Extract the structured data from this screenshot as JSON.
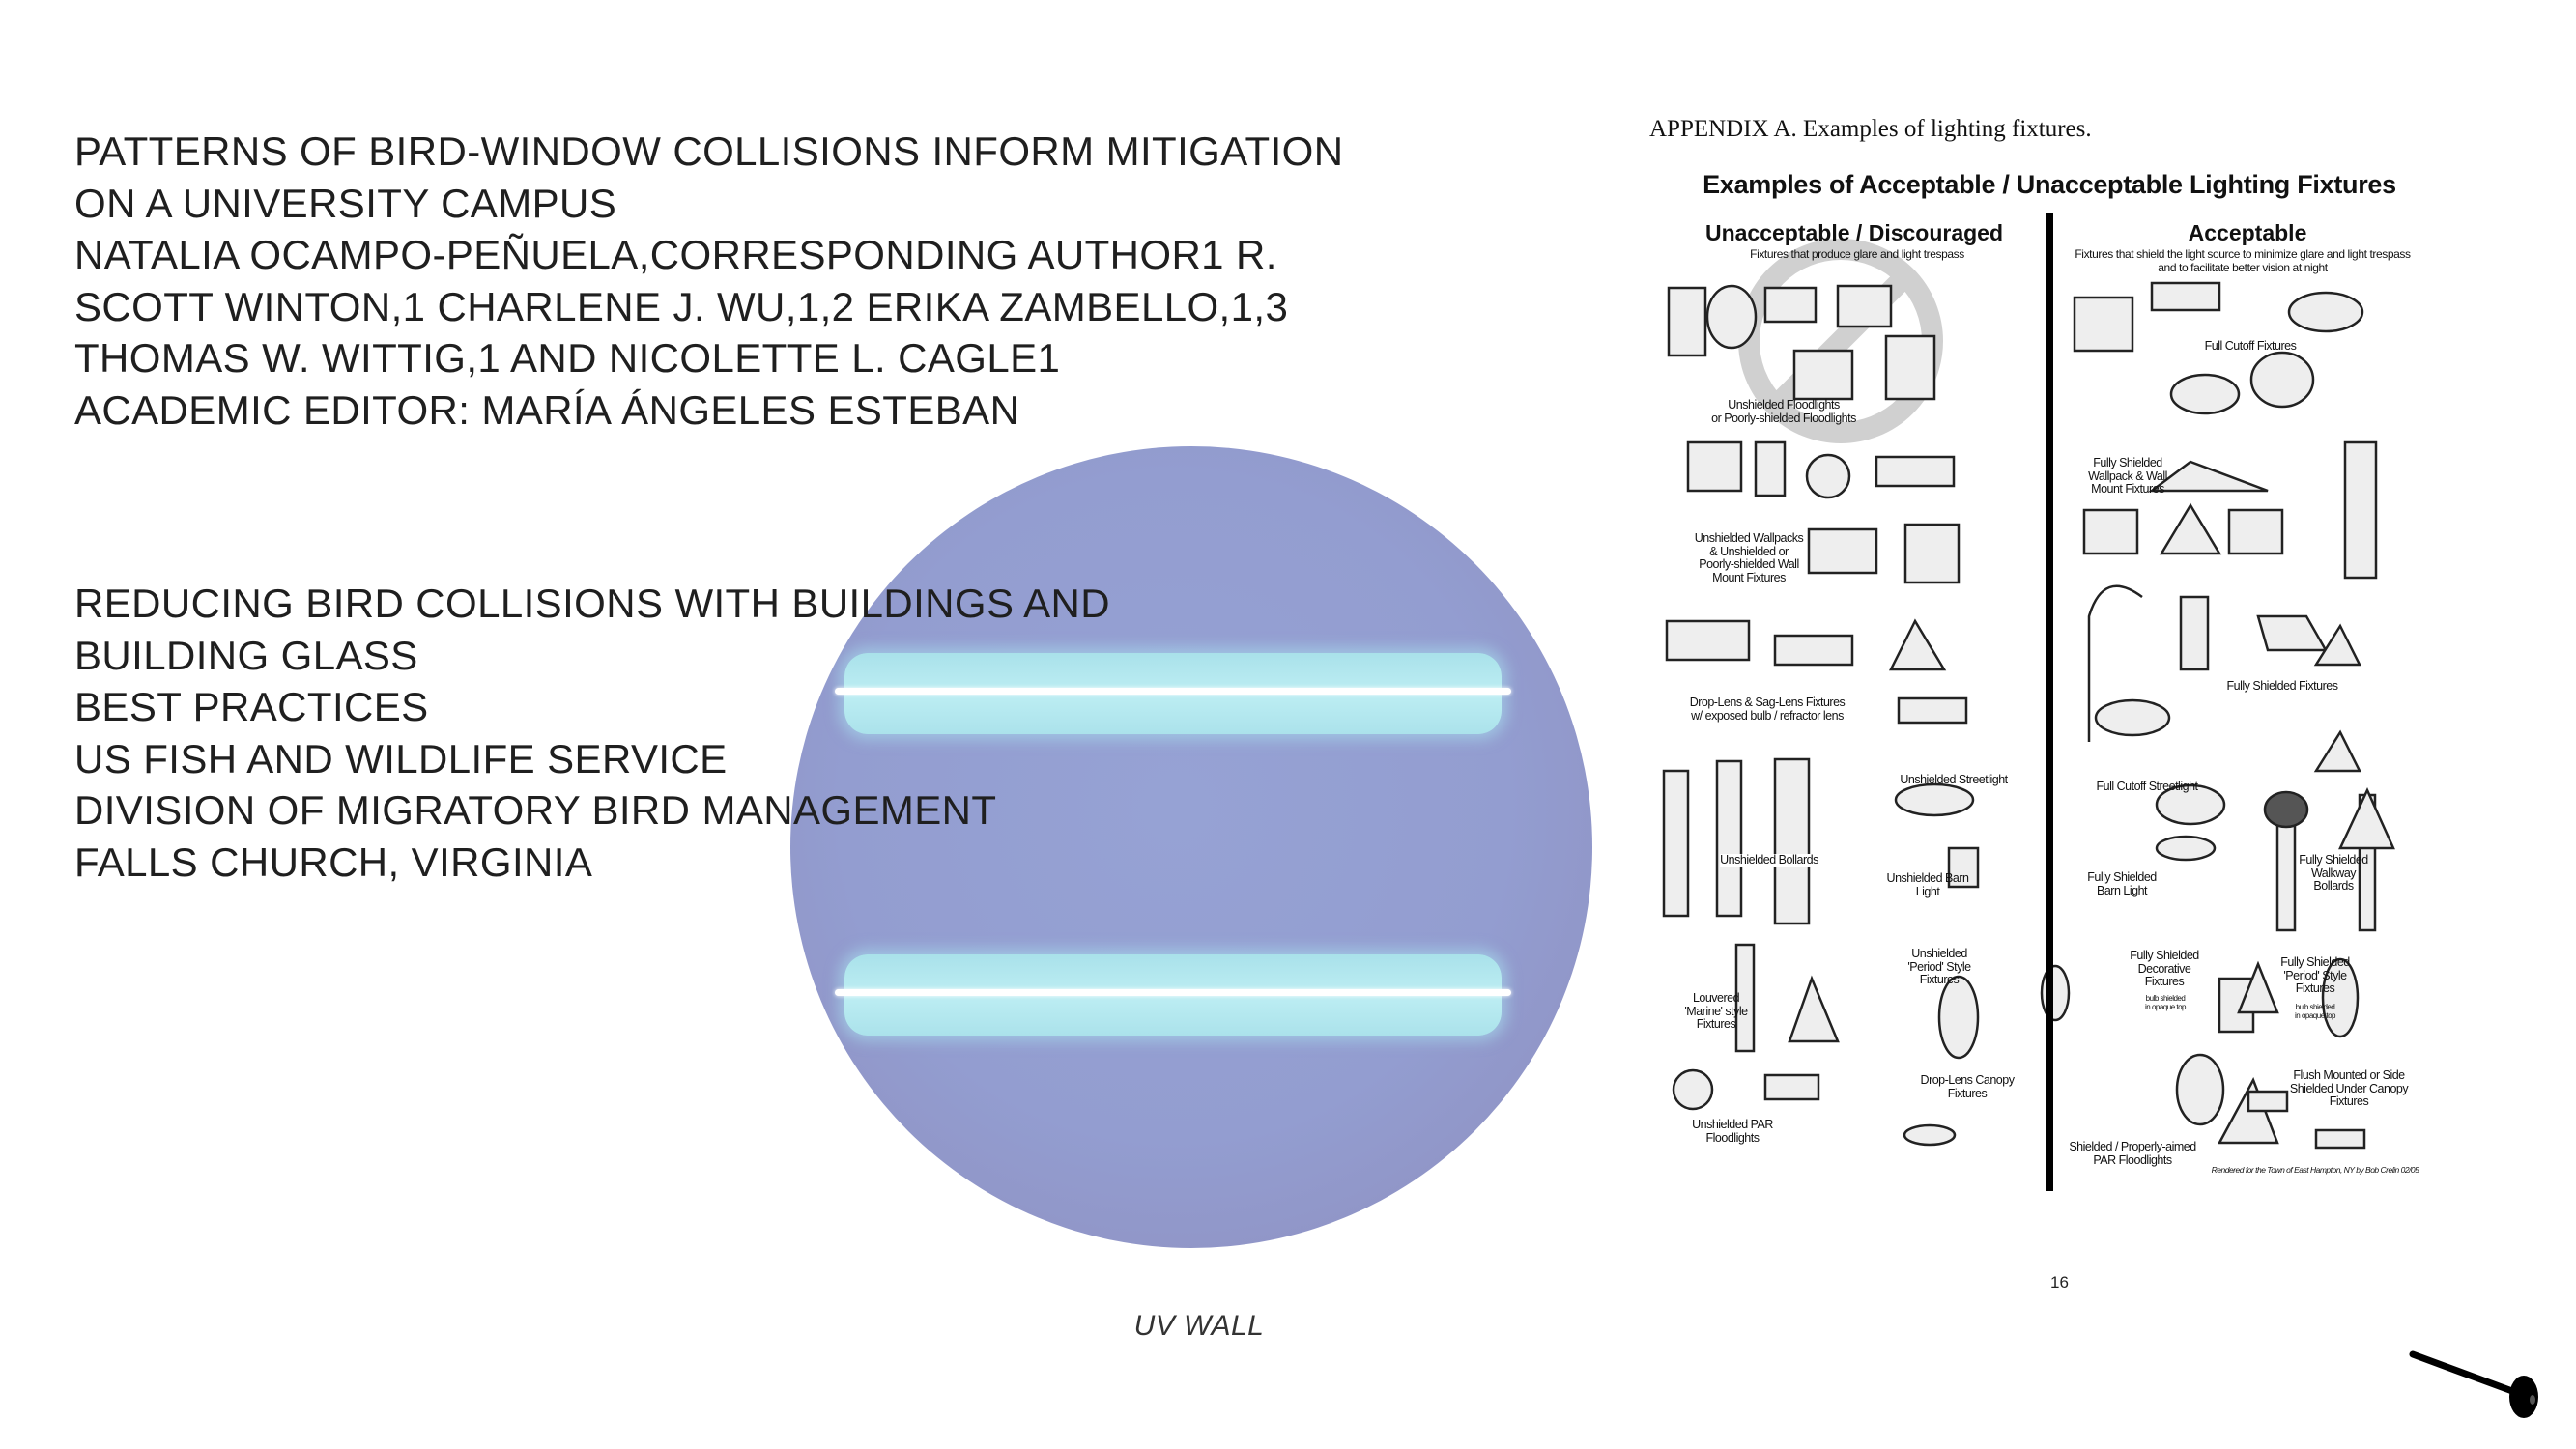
{
  "left_text": {
    "block1": [
      "PATTERNS OF BIRD-WINDOW COLLISIONS INFORM MITIGATION",
      "ON A UNIVERSITY CAMPUS",
      "NATALIA OCAMPO-PEÑUELA,CORRESPONDING AUTHOR1 R.",
      "SCOTT WINTON,1 CHARLENE J. WU,1,2 ERIKA ZAMBELLO,1,3",
      "THOMAS W. WITTIG,1 AND NICOLETTE L. CAGLE1",
      "ACADEMIC EDITOR: MARÍA ÁNGELES ESTEBAN"
    ],
    "block2": [
      "REDUCING BIRD COLLISIONS WITH BUILDINGS AND",
      "BUILDING GLASS",
      "BEST PRACTICES",
      "US FISH AND WILDLIFE SERVICE",
      "DIVISION OF MIGRATORY BIRD MANAGEMENT",
      "FALLS CHURCH, VIRGINIA"
    ]
  },
  "uv_image": {
    "caption": "UV WALL"
  },
  "appendix": {
    "caption": "APPENDIX A.  Examples of lighting fixtures.",
    "title": "Examples of Acceptable / Unacceptable Lighting Fixtures",
    "unacceptable": {
      "heading": "Unacceptable / Discouraged",
      "sub": "Fixtures that produce glare and light trespass"
    },
    "acceptable": {
      "heading": "Acceptable",
      "sub1": "Fixtures that shield the light source to minimize glare and light trespass",
      "sub2": "and to facilitate better vision at night"
    },
    "labels": {
      "unshielded_floodlights": [
        "Unshielded Floodlights",
        "or Poorly-shielded Floodlights"
      ],
      "full_cutoff_fixtures": "Full Cutoff Fixtures",
      "fully_shielded_wallpack": [
        "Fully Shielded",
        "Wallpack & Wall",
        "Mount Fixtures"
      ],
      "unshielded_wallpacks": [
        "Unshielded Wallpacks",
        "& Unshielded or",
        "Poorly-shielded Wall",
        "Mount Fixtures"
      ],
      "drop_lens": [
        "Drop-Lens & Sag-Lens Fixtures",
        "w/ exposed bulb / refractor lens"
      ],
      "fully_shielded_fixtures": "Fully Shielded Fixtures",
      "unshielded_bollards": "Unshielded Bollards",
      "unshielded_streetlight": "Unshielded Streetlight",
      "unshielded_barn": [
        "Unshielded Barn",
        "Light"
      ],
      "full_cutoff_streetlight": "Full Cutoff Streetlight",
      "fully_shielded_barn": [
        "Fully Shielded",
        "Barn Light"
      ],
      "walkway_bollards": [
        "Fully Shielded",
        "Walkway",
        "Bollards"
      ],
      "louvered": [
        "Louvered",
        "'Marine' style",
        "Fixtures"
      ],
      "unshielded_period": [
        "Unshielded",
        "'Period' Style",
        "Fixtures"
      ],
      "decorative": [
        "Fully Shielded",
        "Decorative",
        "Fixtures"
      ],
      "bulb_shielded": [
        "bulb shielded",
        "in opaque top"
      ],
      "fully_shielded_period": [
        "Fully Shielded",
        "'Period' Style",
        "Fixtures"
      ],
      "unshielded_par": [
        "Unshielded PAR",
        "Floodlights"
      ],
      "drop_lens_canopy": [
        "Drop-Lens Canopy",
        "Fixtures"
      ],
      "flush_mounted": [
        "Flush Mounted or Side",
        "Shielded Under Canopy",
        "Fixtures"
      ],
      "shielded_par": [
        "Shielded / Properly-aimed",
        "PAR Floodlights"
      ],
      "credit": "Rendered for the Town of East Hampton, NY by Bob Crelin 02/05"
    },
    "page_number": "16"
  },
  "colors": {
    "uv_purple": "#939dd0",
    "uv_tube": "#b5e9f0",
    "text": "#1f1f1f"
  }
}
